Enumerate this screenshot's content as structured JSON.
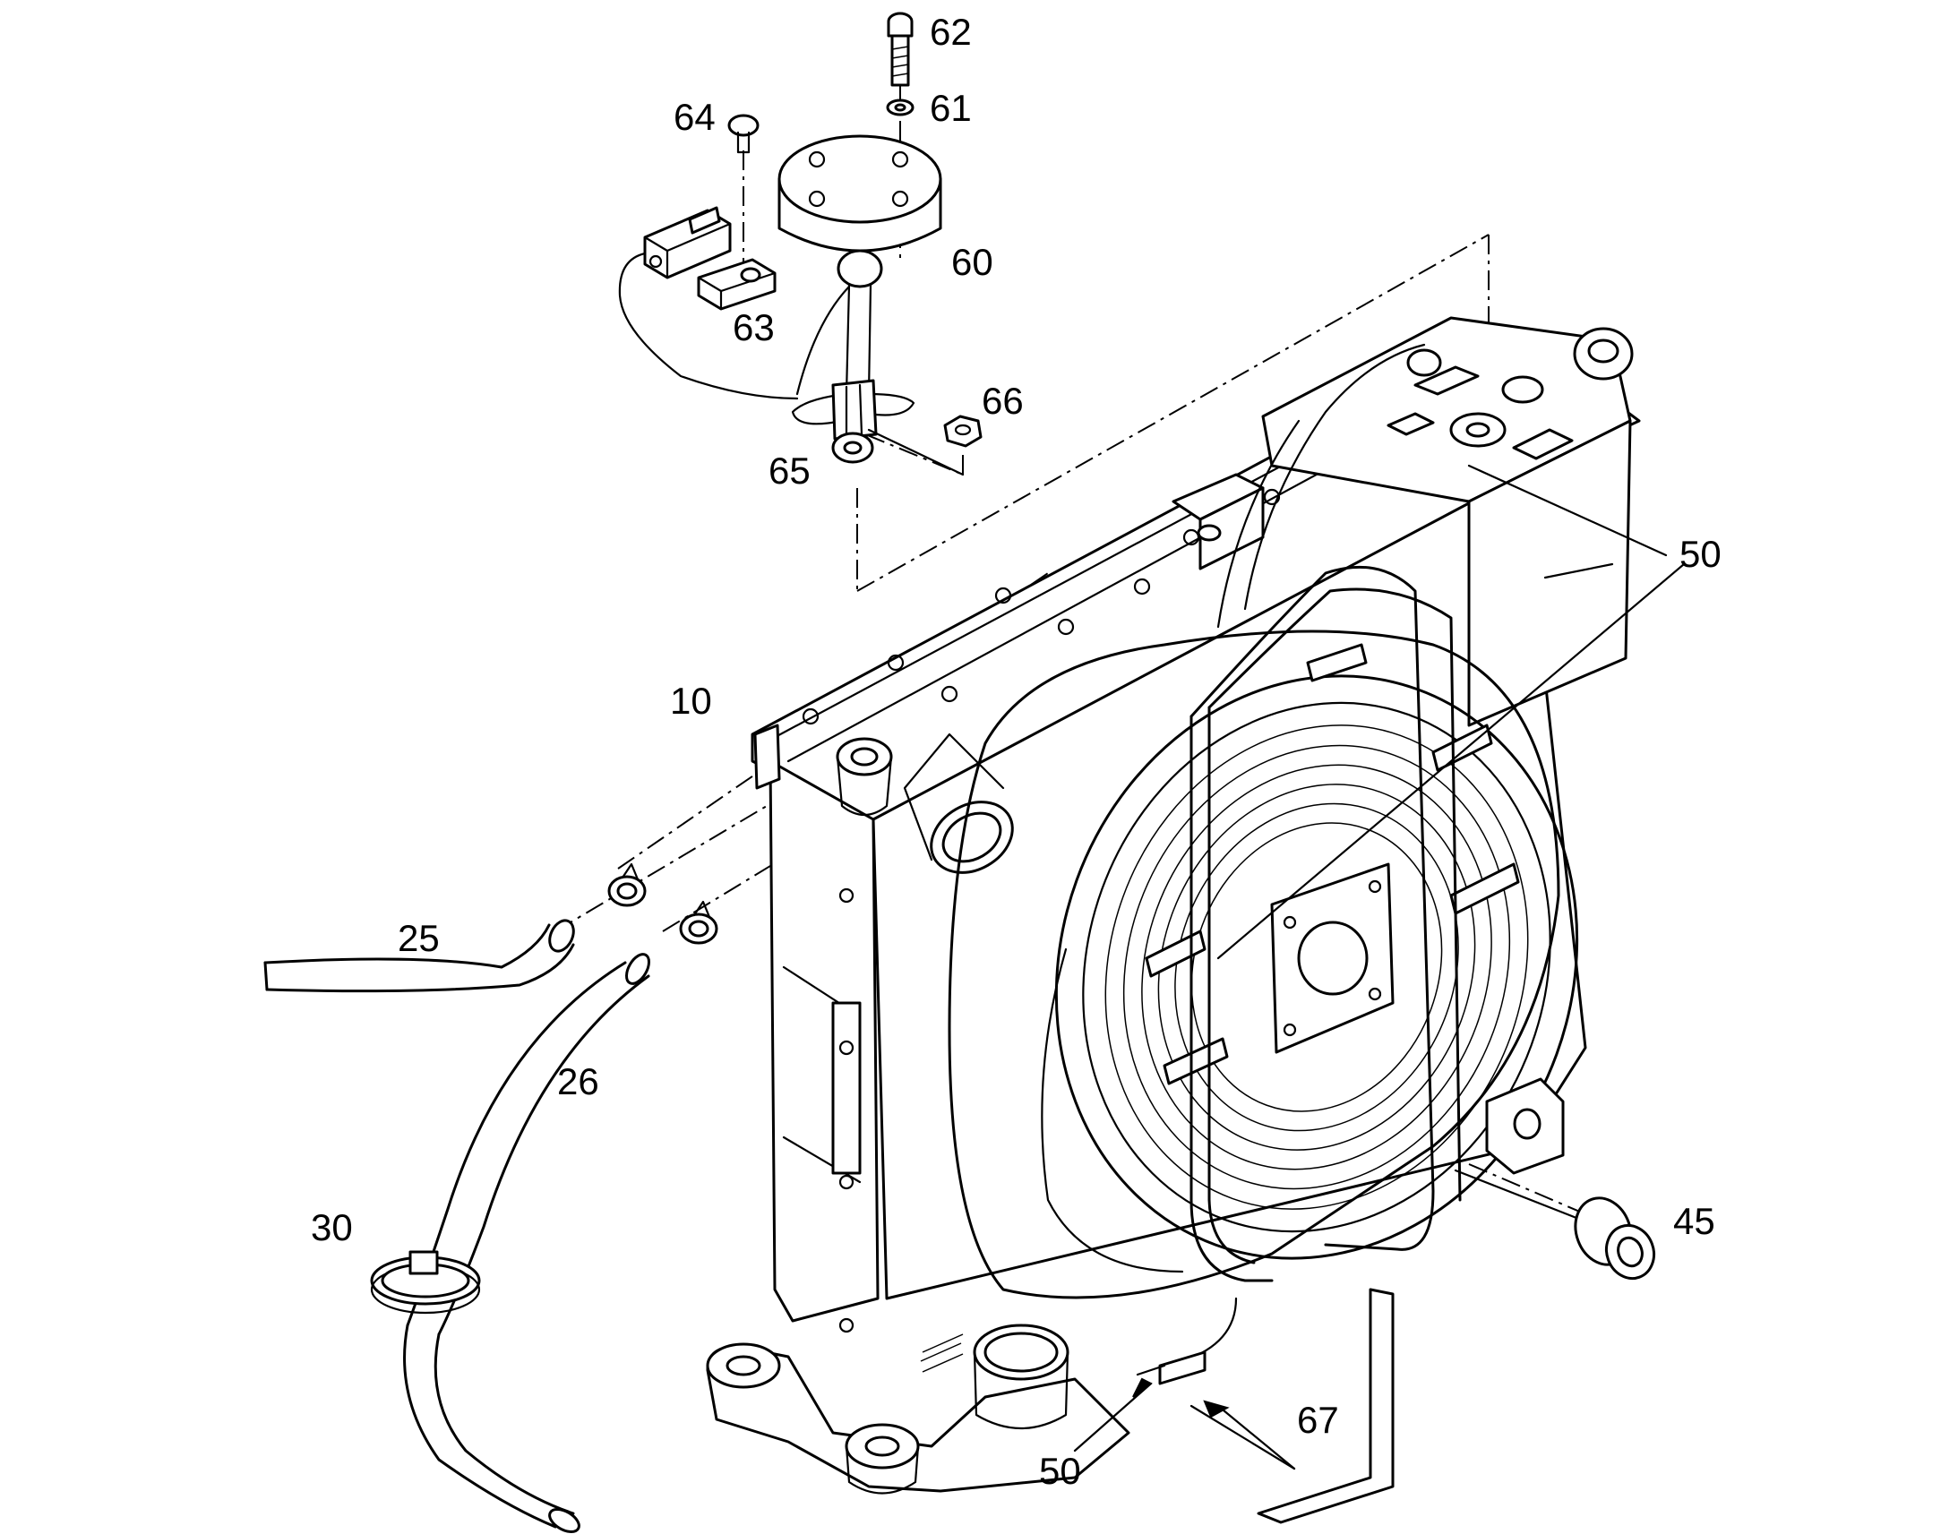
{
  "diagram": {
    "callouts": [
      {
        "id": "c62",
        "label": "62"
      },
      {
        "id": "c61",
        "label": "61"
      },
      {
        "id": "c64",
        "label": "64"
      },
      {
        "id": "c60",
        "label": "60"
      },
      {
        "id": "c63",
        "label": "63"
      },
      {
        "id": "c66",
        "label": "66"
      },
      {
        "id": "c65",
        "label": "65"
      },
      {
        "id": "c50a",
        "label": "50"
      },
      {
        "id": "c10",
        "label": "10"
      },
      {
        "id": "c25",
        "label": "25"
      },
      {
        "id": "c26",
        "label": "26"
      },
      {
        "id": "c30",
        "label": "30"
      },
      {
        "id": "c45",
        "label": "45"
      },
      {
        "id": "c67",
        "label": "67"
      },
      {
        "id": "c50b",
        "label": "50"
      }
    ]
  }
}
